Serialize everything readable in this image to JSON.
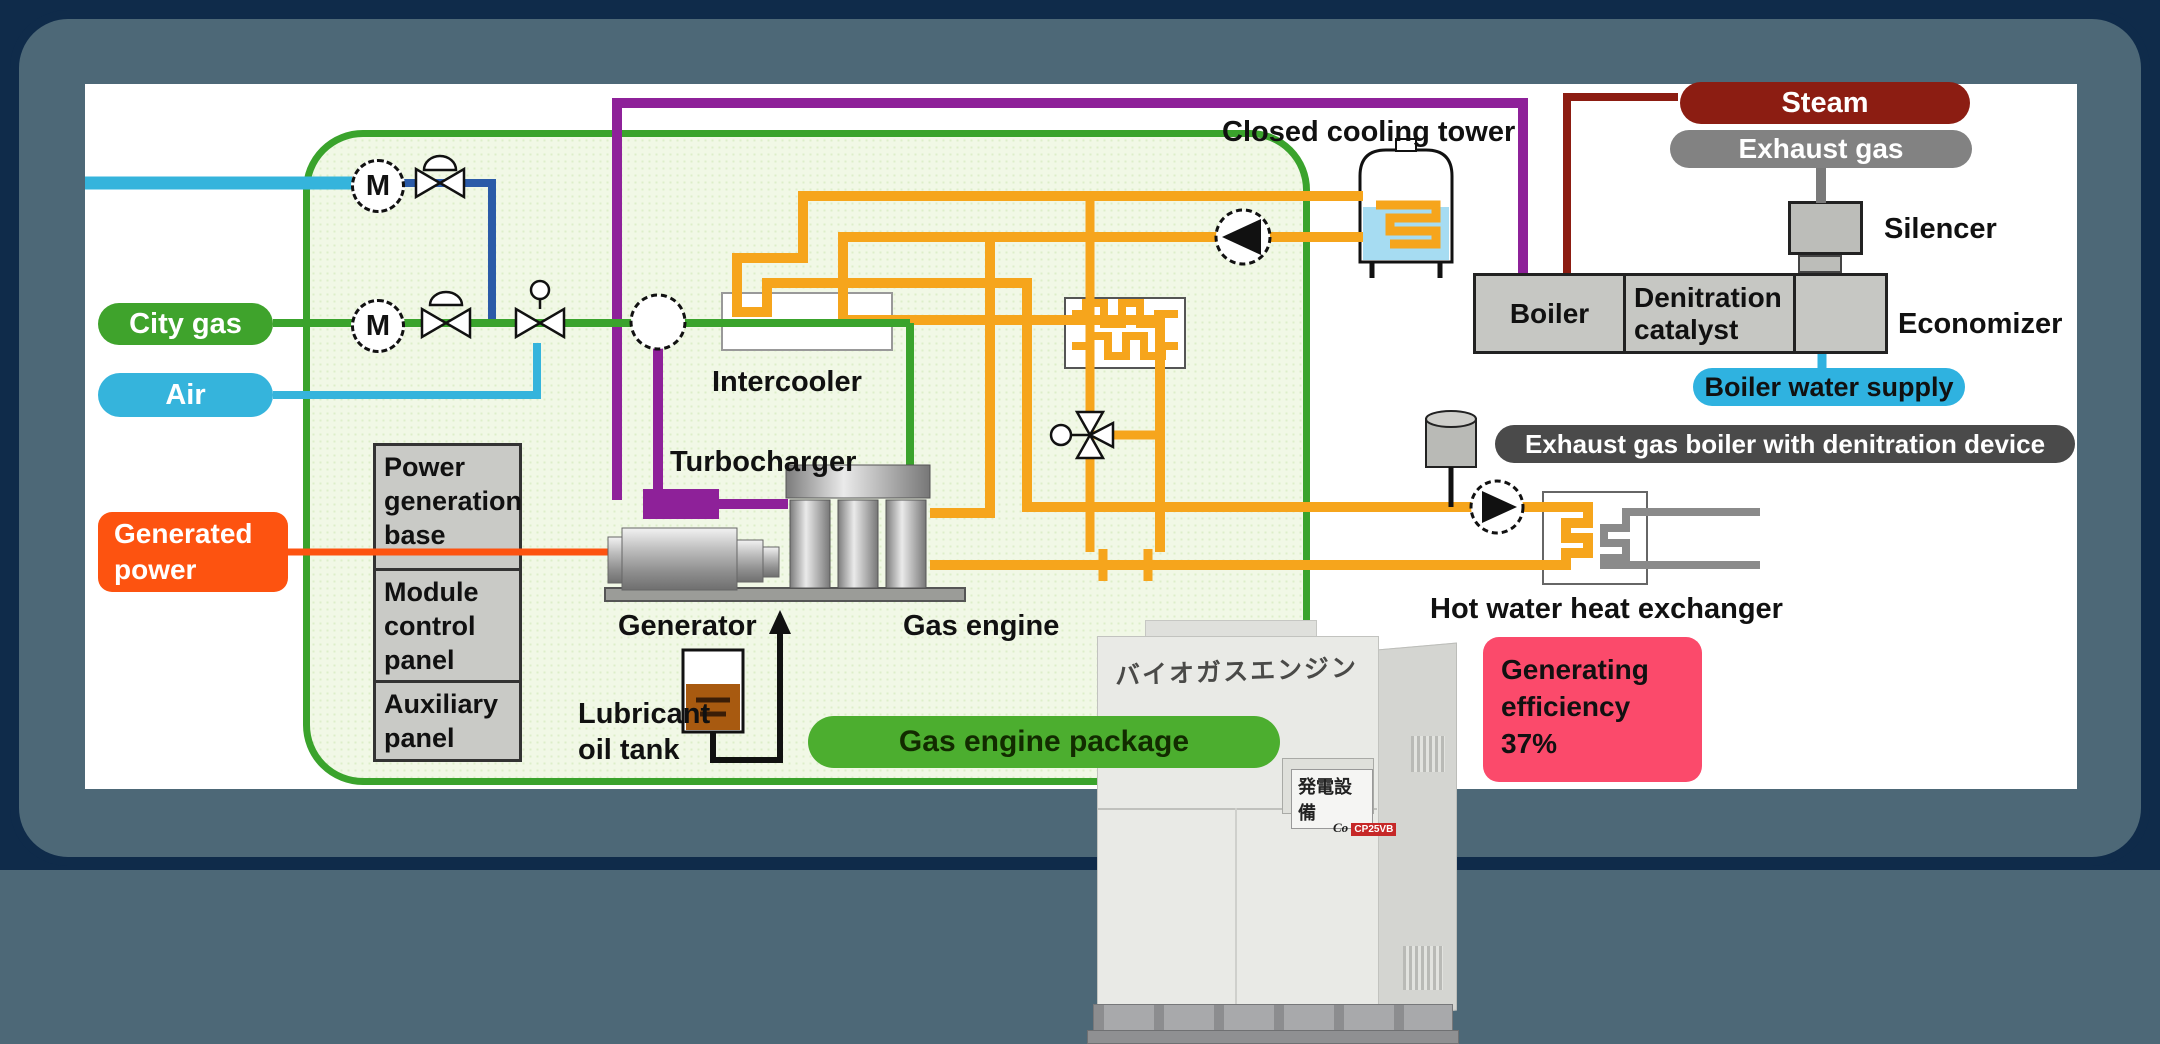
{
  "pills": {
    "city_gas": "City gas",
    "air": "Air",
    "generated_power": "Generated\npower",
    "steam": "Steam",
    "exhaust_gas": "Exhaust gas",
    "boiler_water_supply": "Boiler water supply",
    "exhaust_gas_boiler": "Exhaust gas boiler with denitration device",
    "gas_engine_package": "Gas engine package"
  },
  "labels": {
    "closed_cooling_tower": "Closed cooling tower",
    "intercooler": "Intercooler",
    "turbocharger": "Turbocharger",
    "generator": "Generator",
    "gas_engine": "Gas engine",
    "lubricant_oil_tank": "Lubricant\noil tank",
    "silencer": "Silencer",
    "economizer": "Economizer",
    "hot_water_heat_exchanger": "Hot water heat exchanger",
    "boiler": "Boiler",
    "denitration_catalyst": "Denitration\ncatalyst"
  },
  "panels": {
    "power_generation_base": "Power\ngeneration\nbase",
    "module_control_panel": "Module\ncontrol\npanel",
    "auxiliary_panel": "Auxiliary\npanel"
  },
  "efficiency": {
    "text": "Generating\nefficiency\n37%"
  },
  "photo": {
    "top_caption": "バイオガスエンジン",
    "name_plate": "発電設備",
    "model_badge": "CP25VB",
    "logo_script": "Co"
  },
  "symbols": {
    "motor": "M"
  },
  "colors": {
    "background_navy": "#0f2b4a",
    "panel_slate": "#4d6877",
    "green_line": "#3aa32c",
    "cyan_line": "#35b4dc",
    "blue_line": "#2b5ba8",
    "purple_line": "#8e2199",
    "maroon_line": "#8c1d12",
    "orange_line": "#f6a51c",
    "generated_power_orange": "#fd5310",
    "steam_maroon": "#8c1d12",
    "exhaust_gray": "#828282",
    "package_green": "#4cae2f",
    "efficiency_pink": "#fb4a6b",
    "boiler_water_cyan": "#2fb2e0"
  }
}
